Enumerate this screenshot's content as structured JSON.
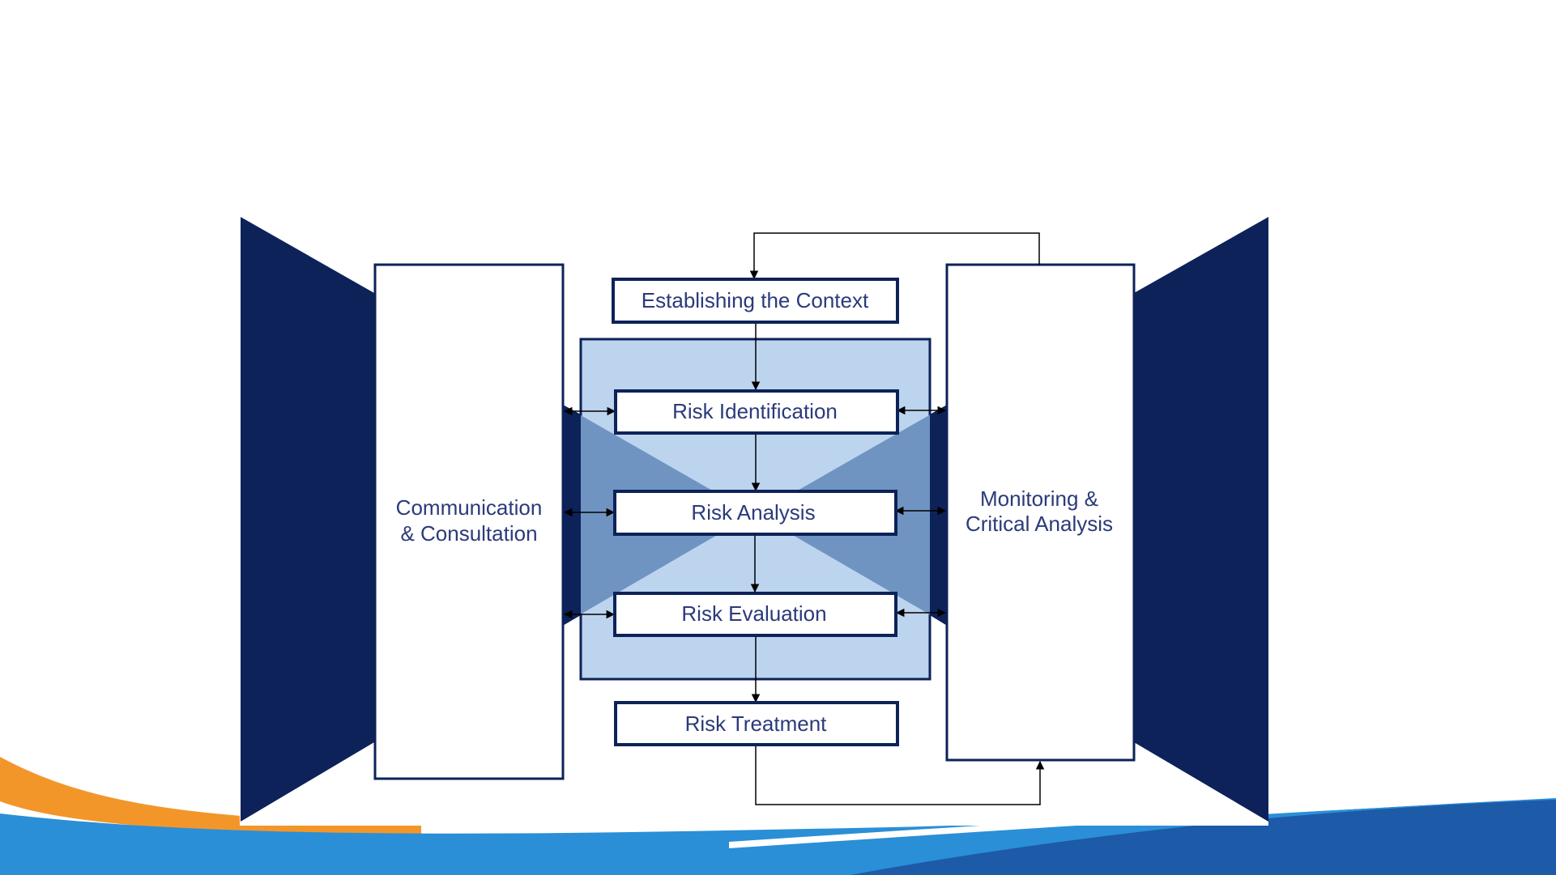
{
  "diagram": {
    "title": "",
    "process_steps": [
      {
        "id": "context",
        "label": "Establishing the Context"
      },
      {
        "id": "identification",
        "label": "Risk Identification"
      },
      {
        "id": "analysis",
        "label": "Risk Analysis"
      },
      {
        "id": "evaluation",
        "label": "Risk Evaluation"
      },
      {
        "id": "treatment",
        "label": "Risk Treatment"
      }
    ],
    "side_panels": {
      "left": {
        "line1": "Communication",
        "line2": "& Consultation"
      },
      "right": {
        "line1": "Monitoring &",
        "line2": "Critical Analysis"
      }
    },
    "colors": {
      "navy": "#0d2259",
      "light_blue": "#bcd4ee",
      "mid_blue": "#7094c2",
      "text": "#2b3a7a",
      "wave_orange": "#f3962a",
      "wave_blue": "#2a8fd6",
      "wave_dark_blue": "#1d5aa8"
    }
  }
}
